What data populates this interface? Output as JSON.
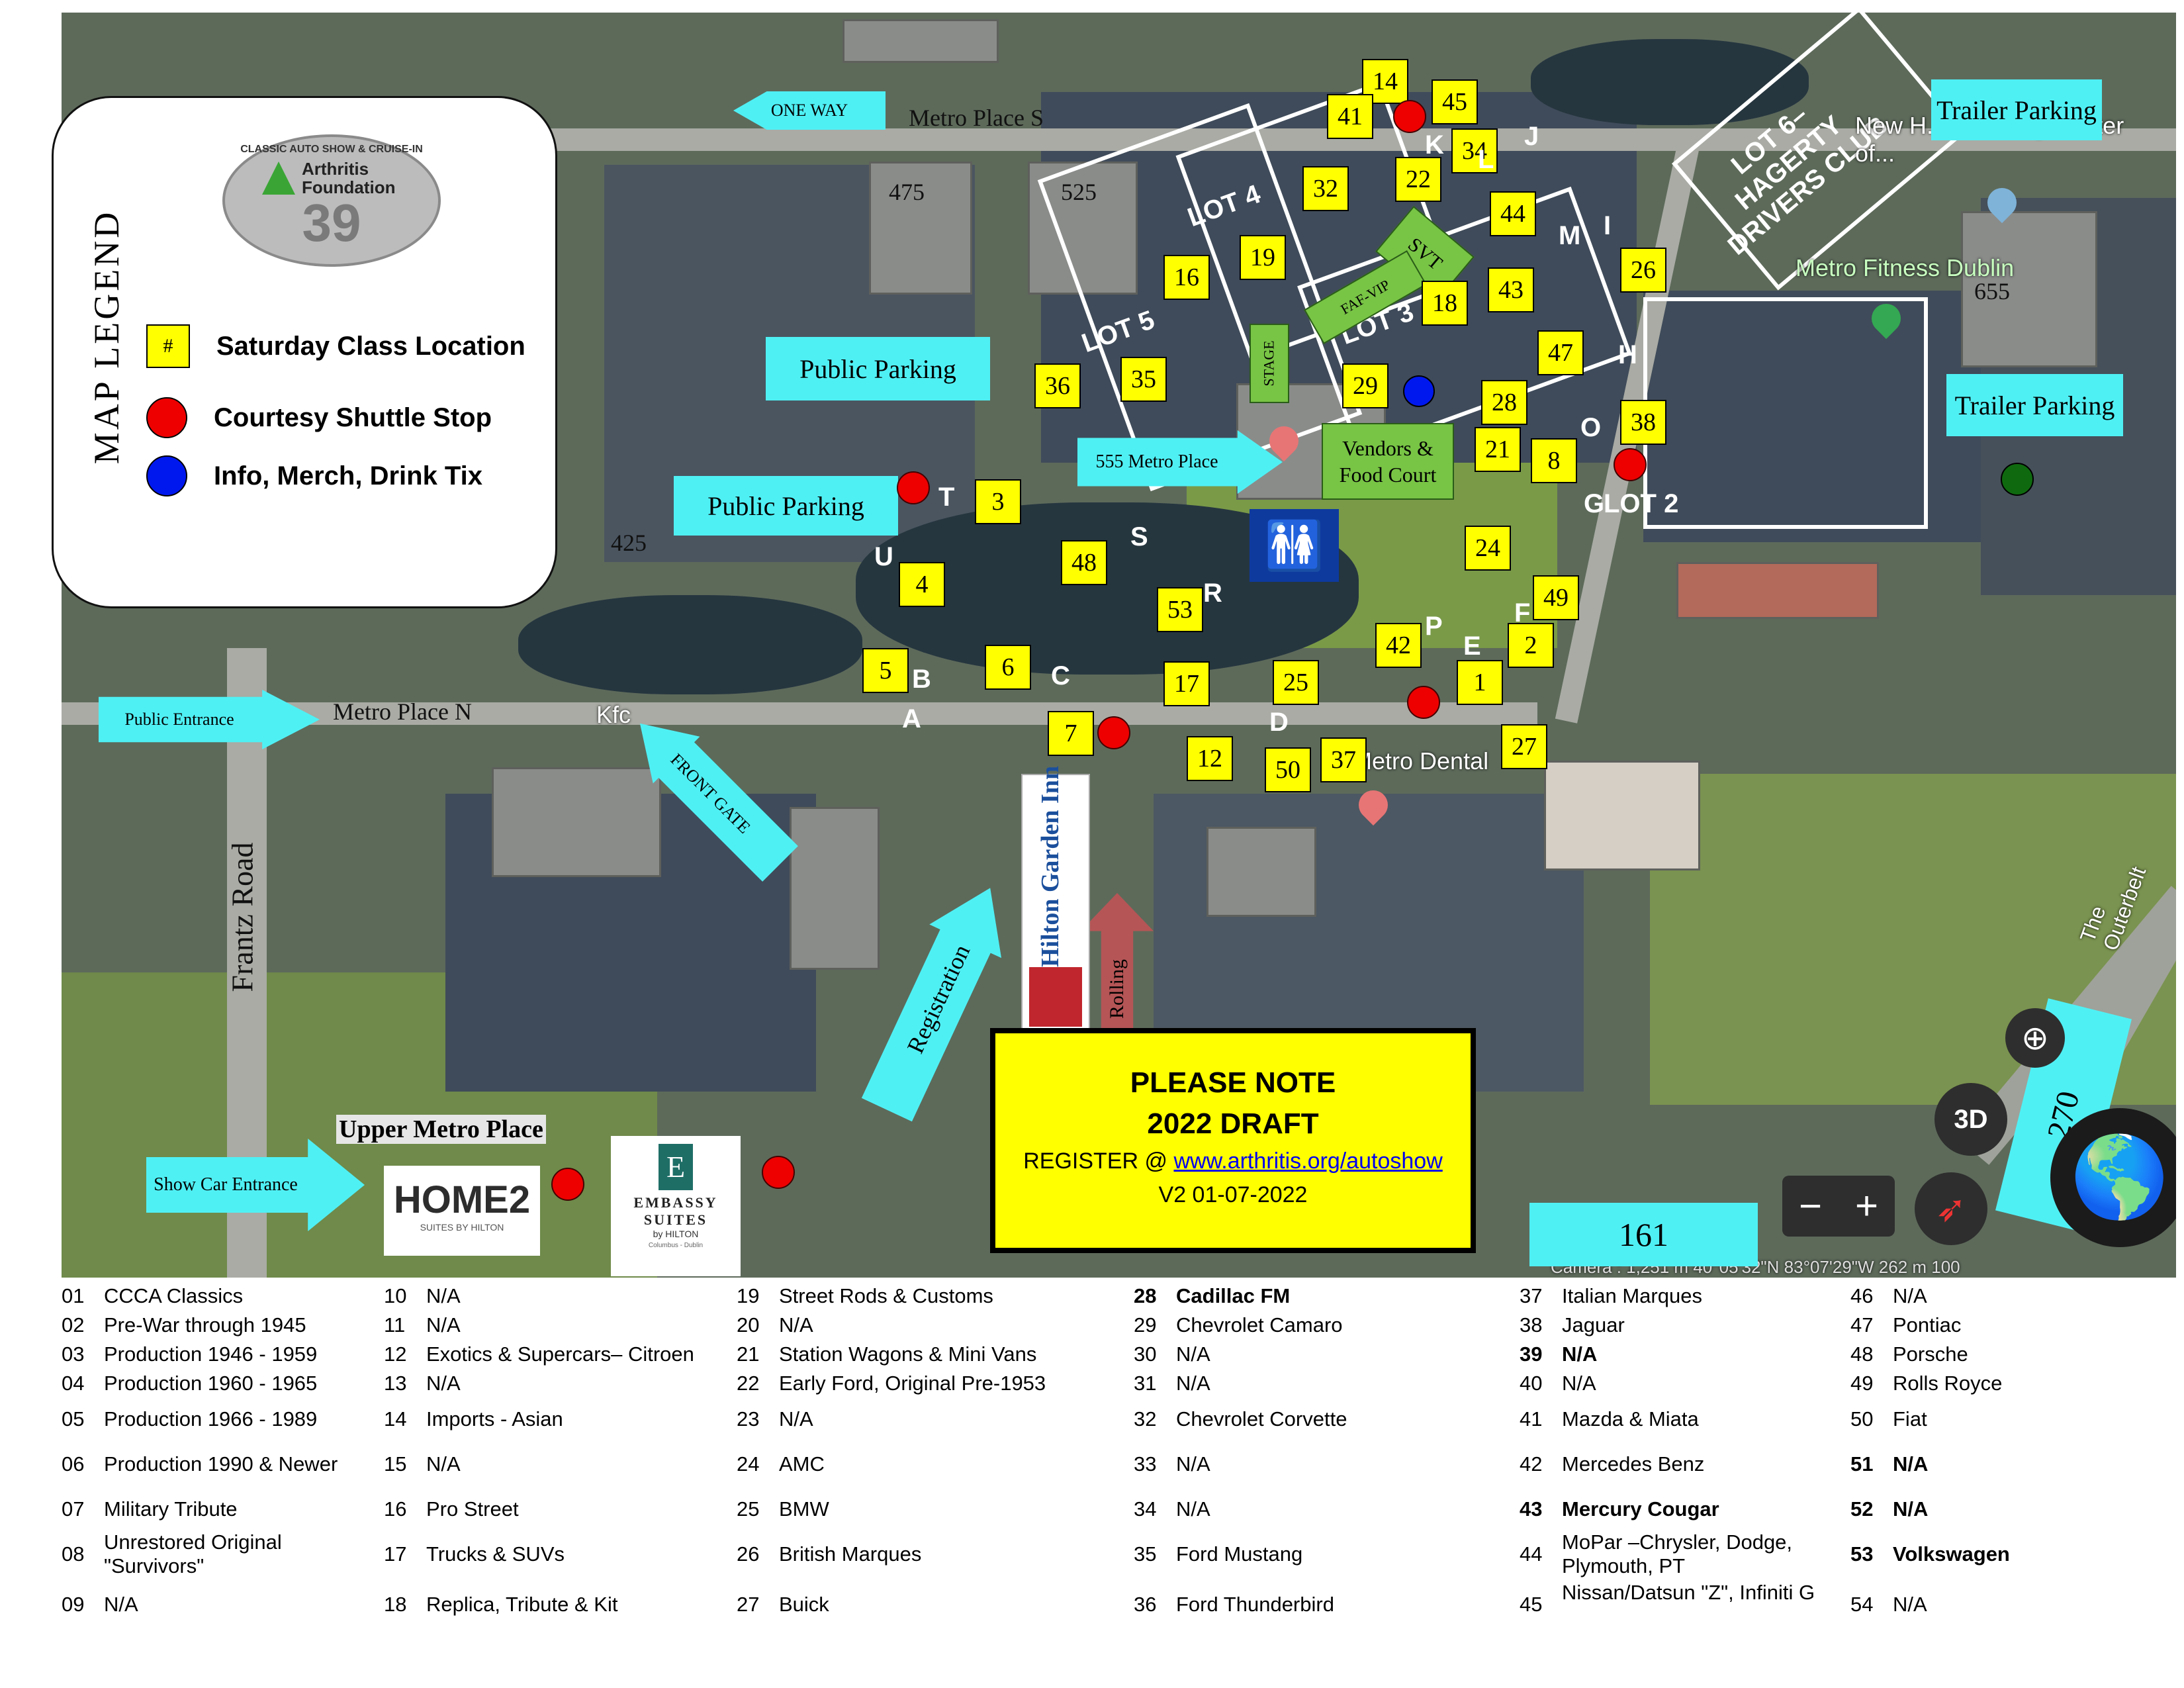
{
  "streets": {
    "metro_place_s": "Metro Place S",
    "metro_place_n": "Metro Place N",
    "frantz_road": "Frantz Road",
    "upper_metro_place": "Upper Metro Place",
    "the_outerbelt": "The Outerbelt"
  },
  "buildings": {
    "b475": "475",
    "b525": "525",
    "b425": "425",
    "b655": "655"
  },
  "lots": {
    "lot4": "LOT 4",
    "lot5": "LOT 5",
    "lot3": "LOT 3",
    "lot2": "LOT 2",
    "lot6": "LOT 6– HAGERTY DRIVERS CLUB"
  },
  "cyan_labels": {
    "one_way": "ONE WAY",
    "trailer_parking_1": "Trailer Parking",
    "trailer_parking_2": "Trailer Parking",
    "public_parking_1": "Public Parking",
    "public_parking_2": "Public Parking",
    "metro_555": "555 Metro Place",
    "public_entrance": "Public  Entrance",
    "front_gate": "FRONT GATE",
    "registration": "Registration",
    "show_car_entrance": "Show Car Entrance",
    "hwy_270": "270",
    "hwy_161": "161"
  },
  "green_labels": {
    "svt": "SVT",
    "faf_vip": "FAF-VIP",
    "stage": "STAGE",
    "vendors": "Vendors & Food Court"
  },
  "rolling": "Rolling",
  "class_numbers": {
    "n14": "14",
    "n41": "41",
    "n45": "45",
    "n34": "34",
    "n22": "22",
    "n32": "32",
    "n44": "44",
    "n19": "19",
    "n16": "16",
    "n18": "18",
    "n43": "43",
    "n26": "26",
    "n47": "47",
    "n36": "36",
    "n35": "35",
    "n29": "29",
    "n28": "28",
    "n38": "38",
    "n21": "21",
    "n8": "8",
    "n3": "3",
    "n48": "48",
    "n24": "24",
    "n4": "4",
    "n53": "53",
    "n49": "49",
    "n5": "5",
    "n6": "6",
    "n17": "17",
    "n25": "25",
    "n42": "42",
    "n2": "2",
    "n1": "1",
    "n7": "7",
    "n12": "12",
    "n50": "50",
    "n37": "37",
    "n27": "27"
  },
  "letters": {
    "J": "J",
    "K": "K",
    "L": "L",
    "M": "M",
    "I": "I",
    "H": "H",
    "O": "O",
    "G": "G",
    "T": "T",
    "U": "U",
    "S": "S",
    "R": "R",
    "P": "P",
    "F": "F",
    "E": "E",
    "B": "B",
    "A": "A",
    "C": "C",
    "D": "D"
  },
  "map_pois": {
    "new_learning": "New H... Learning Center of...",
    "metro_fitness": "Metro Fitness Dublin",
    "metro_dental": "Metro Dental",
    "kfc": "Kfc",
    "camera": "Camera : 1,251 m  40°05'32\"N 83°07'29\"W   262 m   100"
  },
  "map_controls": {
    "zoom_out": "−",
    "zoom_in": "+",
    "three_d": "3D"
  },
  "hotels": {
    "hilton_garden": "Hilton Garden Inn",
    "home2": "HOME2",
    "home2_sub": "SUITES BY HILTON",
    "embassy": "EMBASSY SUITES",
    "embassy_sub": "by HILTON",
    "embassy_loc": "Columbus - Dublin"
  },
  "legend": {
    "title": "MAP LEGEND",
    "logo_arc": "CLASSIC AUTO SHOW & CRUISE-IN",
    "logo_org": "Arthritis Foundation",
    "logo_number": "39",
    "hash": "#",
    "saturday": "Saturday Class Location",
    "shuttle": "Courtesy Shuttle Stop",
    "info": "Info, Merch, Drink Tix"
  },
  "note": {
    "line1": "PLEASE NOTE",
    "line2": "2022 DRAFT",
    "register_prefix": "REGISTER @ ",
    "register_link": "www.arthritis.org/autoshow",
    "version": "V2 01-07-2022"
  },
  "class_list": [
    {
      "n": "01",
      "label": "CCCA Classics"
    },
    {
      "n": "02",
      "label": "Pre-War through 1945"
    },
    {
      "n": "03",
      "label": "Production 1946 - 1959"
    },
    {
      "n": "04",
      "label": "Production 1960 - 1965"
    },
    {
      "n": "05",
      "label": "Production 1966 - 1989"
    },
    {
      "n": "06",
      "label": "Production 1990 & Newer"
    },
    {
      "n": "07",
      "label": "Military Tribute"
    },
    {
      "n": "08",
      "label": "Unrestored Original \"Survivors\""
    },
    {
      "n": "09",
      "label": "N/A"
    },
    {
      "n": "10",
      "label": "N/A"
    },
    {
      "n": "11",
      "label": "N/A"
    },
    {
      "n": "12",
      "label": "Exotics & Supercars– Citroen"
    },
    {
      "n": "13",
      "label": "N/A"
    },
    {
      "n": "14",
      "label": "Imports - Asian"
    },
    {
      "n": "15",
      "label": "N/A"
    },
    {
      "n": "16",
      "label": "Pro Street"
    },
    {
      "n": "17",
      "label": "Trucks & SUVs"
    },
    {
      "n": "18",
      "label": "Replica, Tribute & Kit"
    },
    {
      "n": "19",
      "label": "Street Rods & Customs"
    },
    {
      "n": "20",
      "label": "N/A"
    },
    {
      "n": "21",
      "label": "Station Wagons & Mini Vans"
    },
    {
      "n": "22",
      "label": "Early Ford, Original Pre-1953"
    },
    {
      "n": "23",
      "label": "N/A"
    },
    {
      "n": "24",
      "label": "AMC"
    },
    {
      "n": "25",
      "label": "BMW"
    },
    {
      "n": "26",
      "label": "British Marques"
    },
    {
      "n": "27",
      "label": "Buick"
    },
    {
      "n": "28",
      "label": "Cadillac  FM"
    },
    {
      "n": "29",
      "label": "Chevrolet Camaro"
    },
    {
      "n": "30",
      "label": "N/A"
    },
    {
      "n": "31",
      "label": "N/A"
    },
    {
      "n": "32",
      "label": "Chevrolet Corvette"
    },
    {
      "n": "33",
      "label": "N/A"
    },
    {
      "n": "34",
      "label": "N/A"
    },
    {
      "n": "35",
      "label": "Ford Mustang"
    },
    {
      "n": "36",
      "label": "Ford Thunderbird"
    },
    {
      "n": "37",
      "label": "Italian Marques"
    },
    {
      "n": "38",
      "label": "Jaguar"
    },
    {
      "n": "39",
      "label": "N/A"
    },
    {
      "n": "40",
      "label": "N/A"
    },
    {
      "n": "41",
      "label": "Mazda & Miata"
    },
    {
      "n": "42",
      "label": "Mercedes Benz"
    },
    {
      "n": "43",
      "label": "Mercury Cougar"
    },
    {
      "n": "44",
      "label": "MoPar –Chrysler, Dodge, Plymouth, PT"
    },
    {
      "n": "45",
      "label": "Nissan/Datsun \"Z\", Infiniti G"
    },
    {
      "n": "46",
      "label": "N/A"
    },
    {
      "n": "47",
      "label": "Pontiac"
    },
    {
      "n": "48",
      "label": "Porsche"
    },
    {
      "n": "49",
      "label": "Rolls Royce"
    },
    {
      "n": "50",
      "label": "Fiat"
    },
    {
      "n": "51",
      "label": "N/A"
    },
    {
      "n": "52",
      "label": "N/A"
    },
    {
      "n": "53",
      "label": "Volkswagen"
    },
    {
      "n": "54",
      "label": "N/A"
    }
  ],
  "colors": {
    "class_box": "#ffff00",
    "cyan_label": "#4ff0f4",
    "shuttle_stop": "#ee0000",
    "info_dot": "#0018ee",
    "green_zone": "#78c445"
  }
}
